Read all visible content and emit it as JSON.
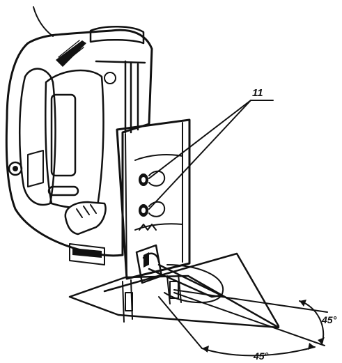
{
  "callout": {
    "number": "11"
  },
  "angles": [
    {
      "id": "vertical-bevel",
      "label": "45°"
    },
    {
      "id": "horizontal-bevel",
      "label": "45°"
    }
  ]
}
